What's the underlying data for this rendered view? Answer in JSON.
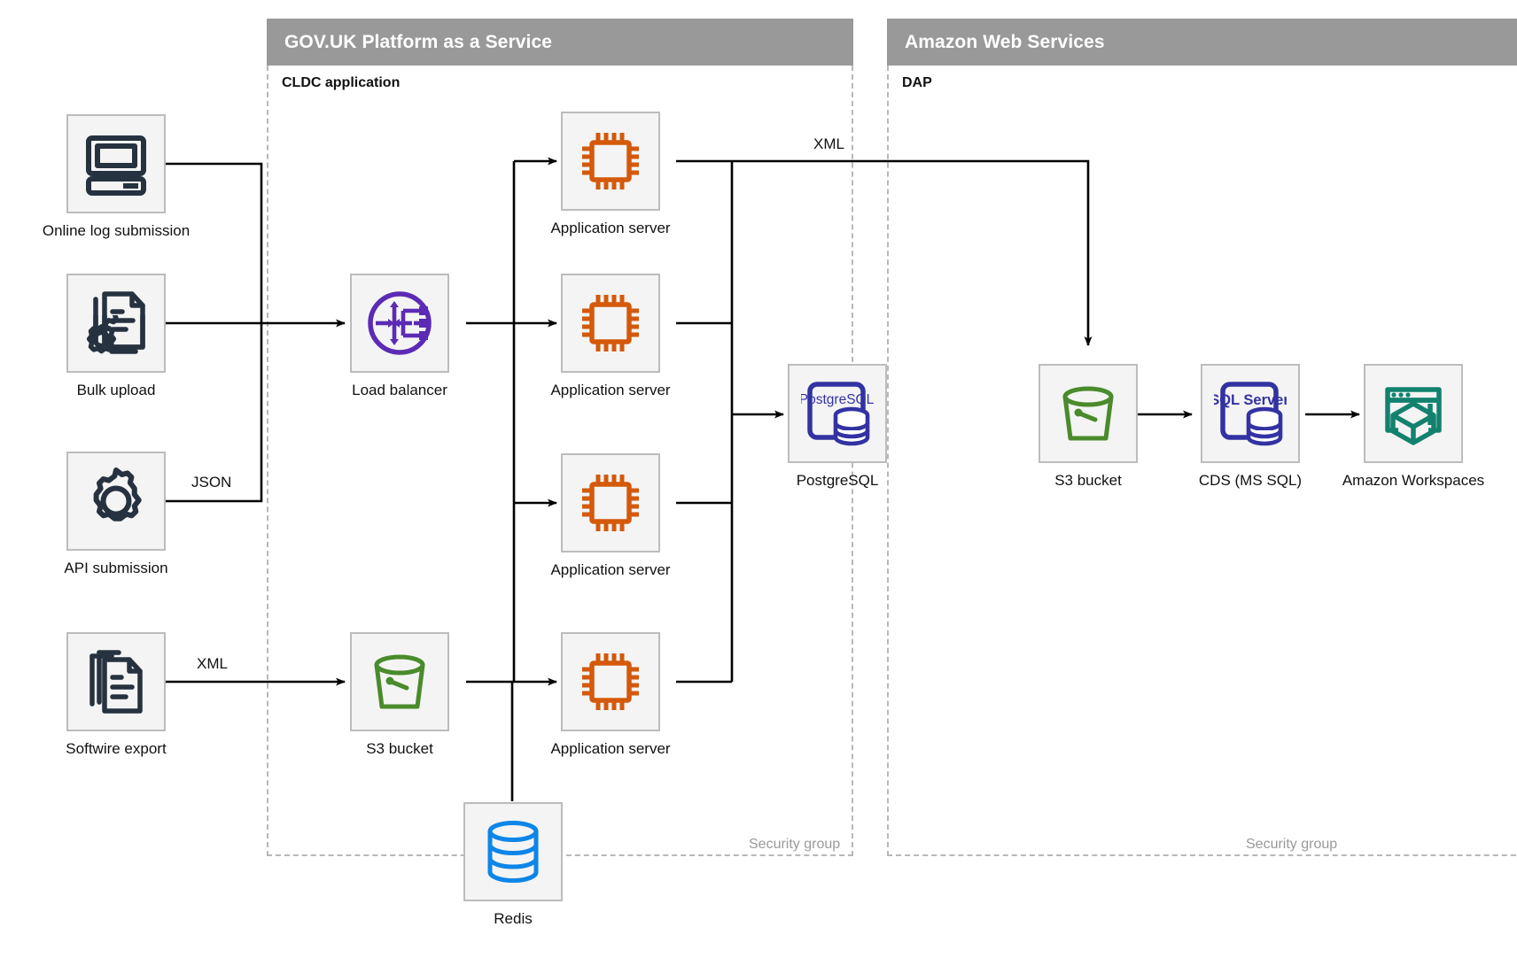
{
  "zones": [
    {
      "id": "paas",
      "title": "GOV.UK Platform as a Service",
      "sub_label": "CLDC application",
      "security_label": "Security group"
    },
    {
      "id": "aws",
      "title": "Amazon Web Services",
      "sub_label": "DAP",
      "security_label": "Security group"
    }
  ],
  "nodes": {
    "online_log": {
      "label": "Online log submission",
      "icon": "desktop-computer-icon"
    },
    "bulk_upload": {
      "label": "Bulk upload",
      "icon": "document-gear-icon"
    },
    "api_sub": {
      "label": "API submission",
      "icon": "gear-icon"
    },
    "softwire": {
      "label": "Softwire export",
      "icon": "documents-stack-icon"
    },
    "load_balancer": {
      "label": "Load balancer",
      "icon": "load-balancer-icon"
    },
    "s3_paas": {
      "label": "S3 bucket",
      "icon": "s3-bucket-icon"
    },
    "app1": {
      "label": "Application server",
      "icon": "cpu-chip-icon"
    },
    "app2": {
      "label": "Application server",
      "icon": "cpu-chip-icon"
    },
    "app3": {
      "label": "Application server",
      "icon": "cpu-chip-icon"
    },
    "app4": {
      "label": "Application server",
      "icon": "cpu-chip-icon"
    },
    "postgres": {
      "label": "PostgreSQL",
      "icon": "postgresql-icon",
      "icon_text": "PostgreSQL"
    },
    "redis": {
      "label": "Redis",
      "icon": "redis-database-icon"
    },
    "s3_aws": {
      "label": "S3 bucket",
      "icon": "s3-bucket-icon"
    },
    "cds": {
      "label": "CDS (MS SQL)",
      "icon": "sql-server-icon",
      "icon_text": "SQL Server"
    },
    "workspaces": {
      "label": "Amazon Workspaces",
      "icon": "amazon-workspaces-icon"
    }
  },
  "edge_labels": {
    "json": "JSON",
    "xml_softwire": "XML",
    "xml_to_aws": "XML"
  },
  "colors": {
    "zone_header_bg": "#999999",
    "zone_header_text": "#ffffff",
    "dashed_border": "#b8b8b8",
    "node_bg": "#f4f4f4",
    "node_border": "#bcbcbc",
    "dark_navy": "#26323f",
    "orange": "#d4590a",
    "purple": "#5b2bb5",
    "green": "#4a8b2c",
    "blue": "#0d86e8",
    "postgres_blue": "#3332a3",
    "teal": "#12826e",
    "wire": "#000000",
    "security_text": "#9a9a9a"
  }
}
